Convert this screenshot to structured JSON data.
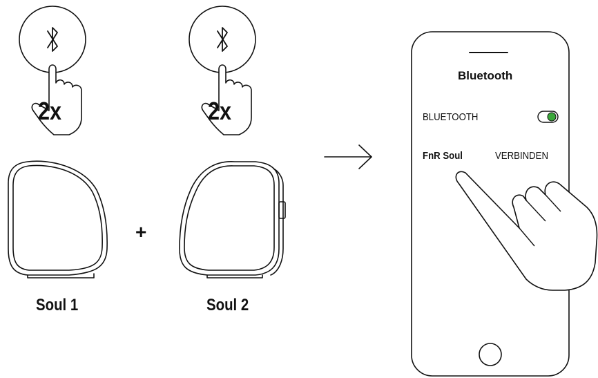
{
  "steps": {
    "button_1": {
      "icon": "bluetooth-icon",
      "press_label": "2x"
    },
    "button_2": {
      "icon": "bluetooth-icon",
      "press_label": "2x"
    },
    "plus": "+",
    "speaker_1_label": "Soul 1",
    "speaker_2_label": "Soul 2",
    "arrow_icon": "right-arrow-icon"
  },
  "phone": {
    "title": "Bluetooth",
    "bluetooth_label": "BLUETOOTH",
    "toggle_on": true,
    "toggle_color": "#3aa83a",
    "device_name": "FnR Soul",
    "connect_label": "VERBINDEN"
  }
}
